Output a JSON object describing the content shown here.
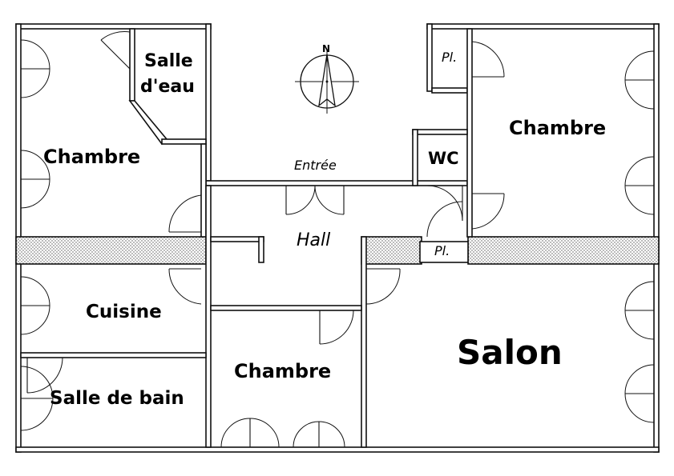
{
  "rooms": {
    "salle_deau_1": "Salle",
    "salle_deau_2": "d'eau",
    "chambre_nw": "Chambre",
    "chambre_ne": "Chambre",
    "chambre_s": "Chambre",
    "cuisine": "Cuisine",
    "salle_de_bain": "Salle de bain",
    "salon": "Salon",
    "hall": "Hall",
    "entree": "Entrée",
    "wc": "WC",
    "placard_top": "Pl.",
    "placard_mid": "Pl."
  },
  "compass": {
    "north": "N"
  },
  "colors": {
    "wall": "#111111",
    "background": "#ffffff",
    "hatch_dot": "#555555"
  }
}
